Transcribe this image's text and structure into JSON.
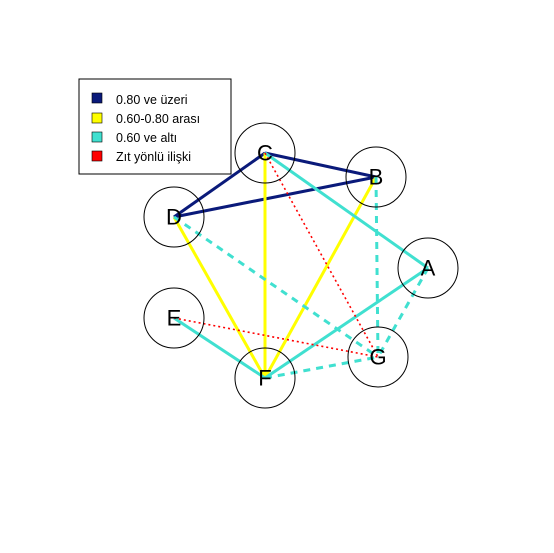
{
  "legend": {
    "items": [
      {
        "label": "0.80 ve üzeri",
        "color": "#0a1a7a"
      },
      {
        "label": "0.60-0.80 arası",
        "color": "#ffff00"
      },
      {
        "label": "0.60 ve altı",
        "color": "#40e0d0"
      },
      {
        "label": "Zıt yönlü ilişki",
        "color": "#ff0000"
      }
    ]
  },
  "nodes": [
    {
      "id": "A",
      "label": "A"
    },
    {
      "id": "B",
      "label": "B"
    },
    {
      "id": "C",
      "label": "C"
    },
    {
      "id": "D",
      "label": "D"
    },
    {
      "id": "E",
      "label": "E"
    },
    {
      "id": "F",
      "label": "F"
    },
    {
      "id": "G",
      "label": "G"
    }
  ],
  "edges": [
    {
      "from": "C",
      "to": "B",
      "category": "0.80 ve üzeri",
      "style": "solid",
      "color": "#0a1a7a"
    },
    {
      "from": "C",
      "to": "D",
      "category": "0.80 ve üzeri",
      "style": "solid",
      "color": "#0a1a7a"
    },
    {
      "from": "D",
      "to": "B",
      "category": "0.80 ve üzeri",
      "style": "solid",
      "color": "#0a1a7a"
    },
    {
      "from": "D",
      "to": "F",
      "category": "0.60-0.80 arası",
      "style": "solid",
      "color": "#ffff00"
    },
    {
      "from": "C",
      "to": "F",
      "category": "0.60-0.80 arası",
      "style": "solid",
      "color": "#ffff00"
    },
    {
      "from": "B",
      "to": "F",
      "category": "0.60-0.80 arası",
      "style": "solid",
      "color": "#ffff00"
    },
    {
      "from": "C",
      "to": "A",
      "category": "0.60 ve altı",
      "style": "solid",
      "color": "#40e0d0"
    },
    {
      "from": "E",
      "to": "F",
      "category": "0.60 ve altı",
      "style": "solid",
      "color": "#40e0d0"
    },
    {
      "from": "F",
      "to": "A",
      "category": "0.60 ve altı",
      "style": "solid",
      "color": "#40e0d0"
    },
    {
      "from": "D",
      "to": "G",
      "category": "0.60 ve altı",
      "style": "dashed",
      "color": "#40e0d0"
    },
    {
      "from": "B",
      "to": "G",
      "category": "0.60 ve altı",
      "style": "dashed",
      "color": "#40e0d0"
    },
    {
      "from": "A",
      "to": "G",
      "category": "0.60 ve altı",
      "style": "dashed",
      "color": "#40e0d0"
    },
    {
      "from": "F",
      "to": "G",
      "category": "0.60 ve altı",
      "style": "dashed",
      "color": "#40e0d0"
    },
    {
      "from": "C",
      "to": "G",
      "category": "Zıt yönlü ilişki",
      "style": "dotted",
      "color": "#ff0000"
    },
    {
      "from": "E",
      "to": "G",
      "category": "Zıt yönlü ilişki",
      "style": "dotted",
      "color": "#ff0000"
    }
  ]
}
